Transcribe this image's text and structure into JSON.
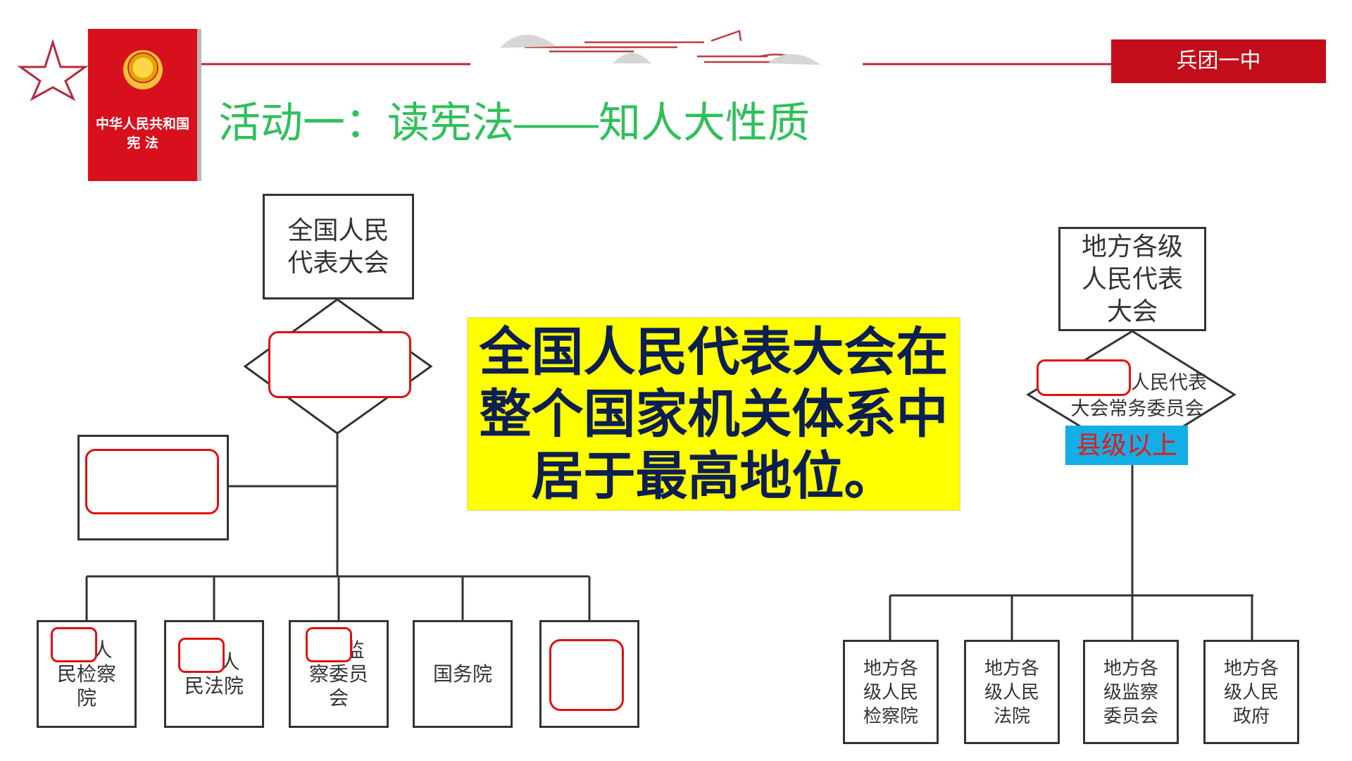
{
  "header": {
    "book_title_line1": "中华人民共和国",
    "book_title_line2": "宪  法",
    "school_name": "兵团一中",
    "activity_title": "活动一：读宪法——知人大性质"
  },
  "national": {
    "top_box": "全国人民代表大会",
    "branch_boxes": [
      {
        "text": "人民检察院",
        "blank": true
      },
      {
        "text": "人民法院",
        "blank": true
      },
      {
        "text": "监察委员会",
        "blank": true
      },
      {
        "text": "国务院",
        "blank": false
      },
      {
        "text": "",
        "blank": true
      }
    ],
    "top_box_lines": [
      "全国人民",
      "代表大会"
    ],
    "branch_lines": [
      [
        "人",
        "民检察",
        "院"
      ],
      [
        "人",
        "民法院"
      ],
      [
        "监",
        "察委员",
        "会"
      ],
      [
        "国务院"
      ],
      []
    ]
  },
  "highlight": {
    "text_line1": "全国人民代表大会在",
    "text_line2": "整个国家机关体系中",
    "text_line3": "居于最高地位。",
    "background": "#ffff00",
    "text_color": "#0c1e52"
  },
  "local": {
    "top_box_lines": [
      "地方各级",
      "人民代表",
      "大会"
    ],
    "diamond_line1": "人民代表",
    "diamond_line2": "大会常务委员会",
    "county_badge": "县级以上",
    "branch_lines": [
      [
        "地方各",
        "级人民",
        "检察院"
      ],
      [
        "地方各",
        "级人民",
        "法院"
      ],
      [
        "地方各",
        "级监察",
        "委员会"
      ],
      [
        "地方各",
        "级人民",
        "政府"
      ]
    ]
  },
  "colors": {
    "accent_red": "#c40d1a",
    "title_green": "#2fc05a",
    "badge_blue": "#14aee6",
    "blank_border": "#e01010"
  }
}
